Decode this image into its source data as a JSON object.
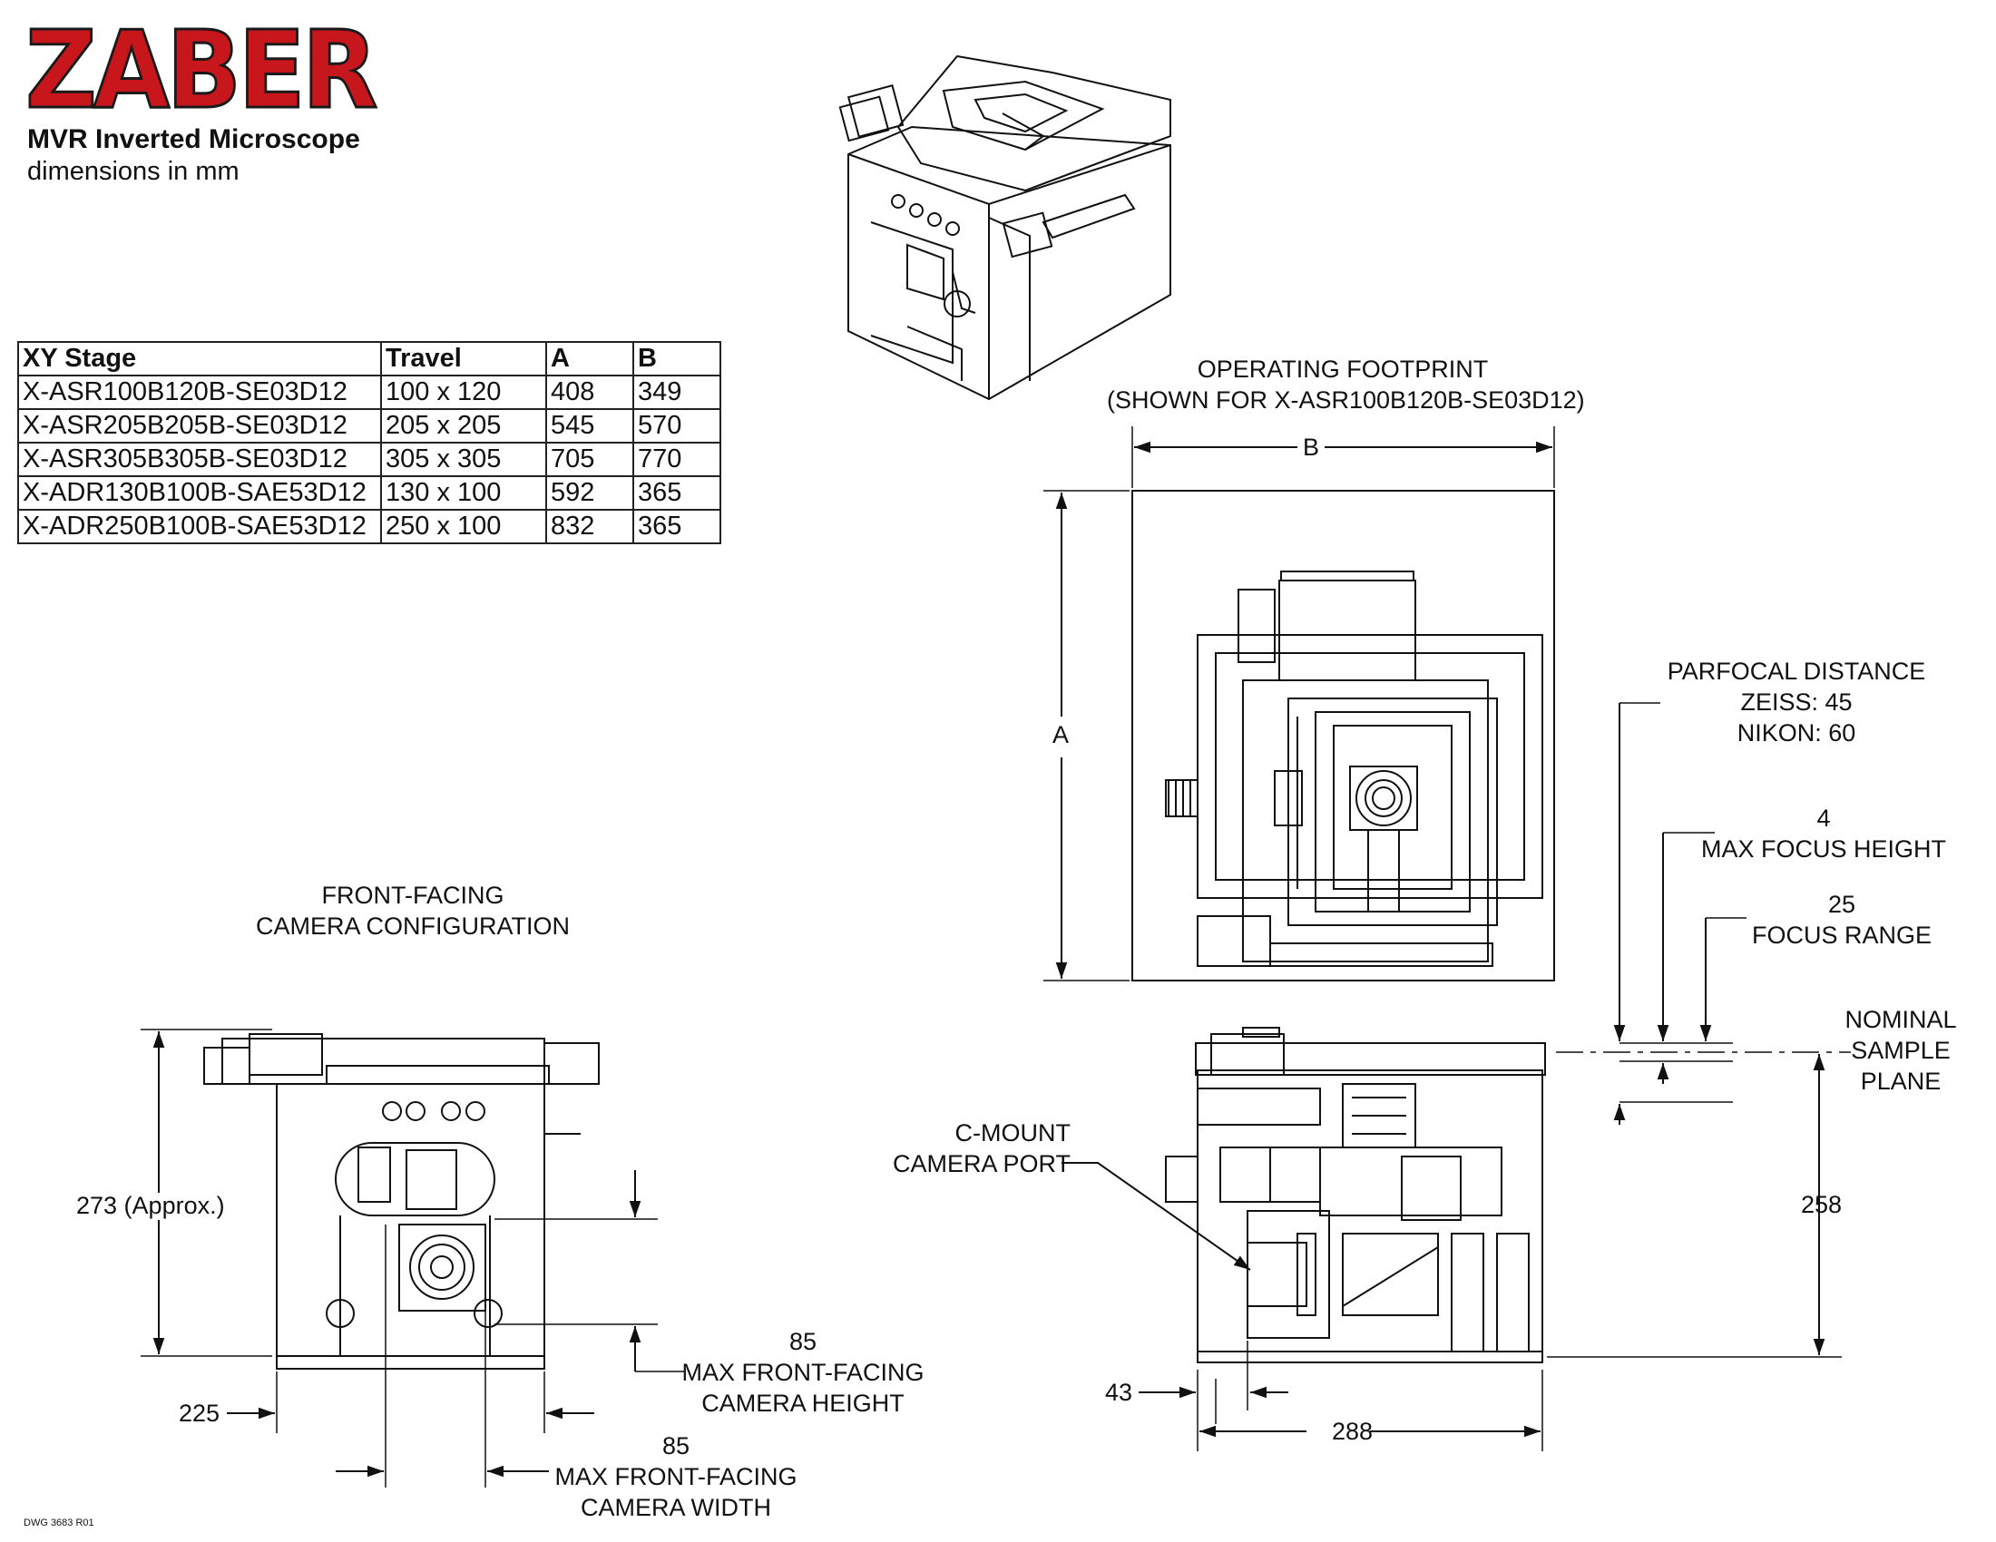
{
  "header": {
    "logo": "ZABER",
    "title": "MVR Inverted Microscope",
    "units": "dimensions in mm"
  },
  "table": {
    "headers": [
      "XY Stage",
      "Travel",
      "A",
      "B"
    ],
    "rows": [
      [
        "X-ASR100B120B-SE03D12",
        "100 x 120",
        "408",
        "349"
      ],
      [
        "X-ASR205B205B-SE03D12",
        "205 x 205",
        "545",
        "570"
      ],
      [
        "X-ASR305B305B-SE03D12",
        "305 x 305",
        "705",
        "770"
      ],
      [
        "X-ADR130B100B-SAE53D12",
        "130 x 100",
        "592",
        "365"
      ],
      [
        "X-ADR250B100B-SAE53D12",
        "250 x 100",
        "832",
        "365"
      ]
    ]
  },
  "footprint": {
    "title_line1": "OPERATING FOOTPRINT",
    "title_line2": "(SHOWN FOR X-ASR100B120B-SE03D12)",
    "dim_b": "B",
    "dim_a": "A"
  },
  "front_view": {
    "title_line1": "FRONT-FACING",
    "title_line2": "CAMERA CONFIGURATION",
    "height": "273 (Approx.)",
    "offset": "225",
    "cam_height_value": "85",
    "cam_height_line1": "MAX FRONT-FACING",
    "cam_height_line2": "CAMERA HEIGHT",
    "cam_width_value": "85",
    "cam_width_line1": "MAX FRONT-FACING",
    "cam_width_line2": "CAMERA WIDTH"
  },
  "side_view": {
    "parfocal_line1": "PARFOCAL DISTANCE",
    "parfocal_line2": "ZEISS: 45",
    "parfocal_line3": "NIKON: 60",
    "focus_height_value": "4",
    "focus_height_label": "MAX FOCUS HEIGHT",
    "focus_range_value": "25",
    "focus_range_label": "FOCUS RANGE",
    "nominal_line1": "NOMINAL",
    "nominal_line2": "SAMPLE",
    "nominal_line3": "PLANE",
    "cmount_line1": "C-MOUNT",
    "cmount_line2": "CAMERA PORT",
    "height": "258",
    "offset": "43",
    "width": "288"
  },
  "footer": {
    "drawing_number": "DWG 3683 R01"
  }
}
